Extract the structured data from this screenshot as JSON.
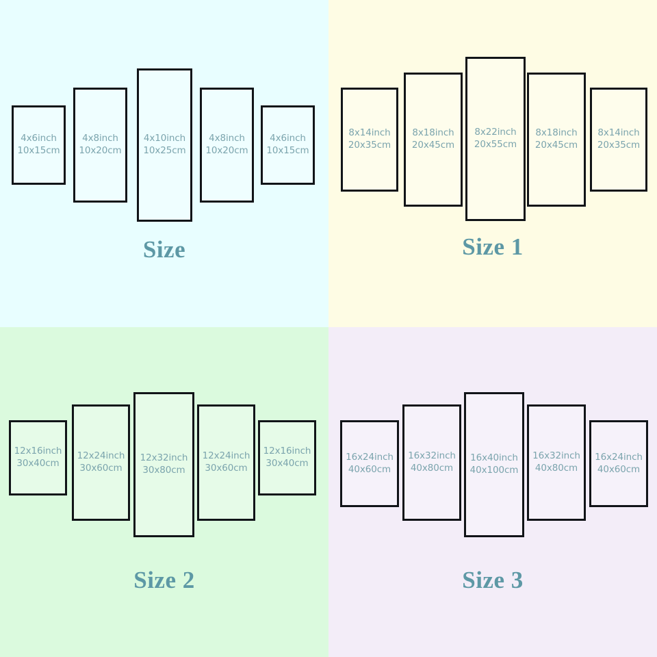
{
  "theme": {
    "border_color": "#111418",
    "label_color": "#7ba4ad",
    "title_color": "#5d98a5"
  },
  "quadrants": [
    {
      "id": "size",
      "title": "Size",
      "background": "#e8feff",
      "panels": [
        {
          "inch": "4x6inch",
          "cm": "10x15cm"
        },
        {
          "inch": "4x8inch",
          "cm": "10x20cm"
        },
        {
          "inch": "4x10inch",
          "cm": "10x25cm"
        },
        {
          "inch": "4x8inch",
          "cm": "10x20cm"
        },
        {
          "inch": "4x6inch",
          "cm": "10x15cm"
        }
      ]
    },
    {
      "id": "size-1",
      "title": "Size 1",
      "background": "#fefce4",
      "panels": [
        {
          "inch": "8x14inch",
          "cm": "20x35cm"
        },
        {
          "inch": "8x18inch",
          "cm": "20x45cm"
        },
        {
          "inch": "8x22inch",
          "cm": "20x55cm"
        },
        {
          "inch": "8x18inch",
          "cm": "20x45cm"
        },
        {
          "inch": "8x14inch",
          "cm": "20x35cm"
        }
      ]
    },
    {
      "id": "size-2",
      "title": "Size 2",
      "background": "#dbfade",
      "panels": [
        {
          "inch": "12x16inch",
          "cm": "30x40cm"
        },
        {
          "inch": "12x24inch",
          "cm": "30x60cm"
        },
        {
          "inch": "12x32inch",
          "cm": "30x80cm"
        },
        {
          "inch": "12x24inch",
          "cm": "30x60cm"
        },
        {
          "inch": "12x16inch",
          "cm": "30x40cm"
        }
      ]
    },
    {
      "id": "size-3",
      "title": "Size 3",
      "background": "#f3edf8",
      "panels": [
        {
          "inch": "16x24inch",
          "cm": "40x60cm"
        },
        {
          "inch": "16x32inch",
          "cm": "40x80cm"
        },
        {
          "inch": "16x40inch",
          "cm": "40x100cm"
        },
        {
          "inch": "16x32inch",
          "cm": "40x80cm"
        },
        {
          "inch": "16x24inch",
          "cm": "40x60cm"
        }
      ]
    }
  ]
}
